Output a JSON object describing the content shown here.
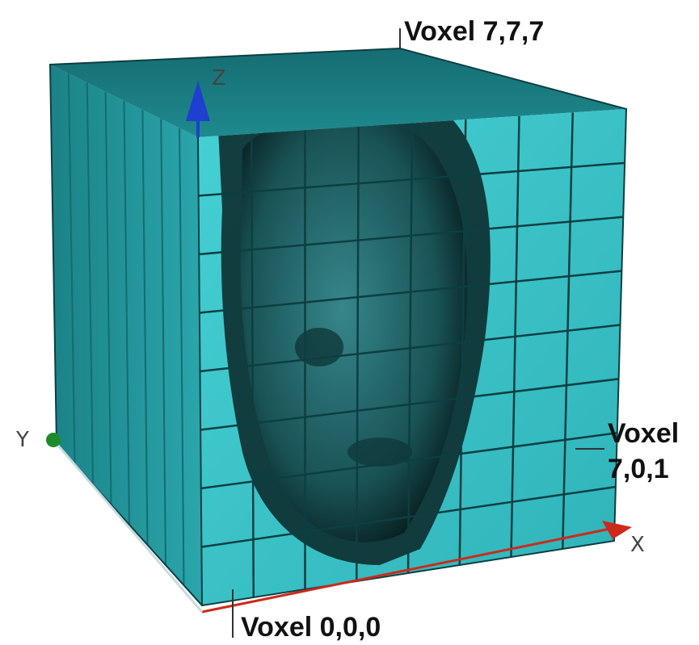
{
  "labels": {
    "voxel_top": "Voxel 7,7,7",
    "voxel_right_line1": "Voxel",
    "voxel_right_line2": "7,0,1",
    "voxel_bottom": "Voxel 0,0,0"
  },
  "axes": {
    "z": "Z",
    "y": "Y",
    "x": "X"
  },
  "grid": {
    "rows": 8,
    "cols": 8
  },
  "colors": {
    "front_face": "#39c4c8",
    "side_face": "#1f8f93",
    "top_face": "#1a7b80",
    "grid_line": "#0c3f42",
    "head_shadow": "#0a2526",
    "z_axis": "#1f3fd0",
    "y_axis": "#1f8a2a",
    "x_axis": "#cc2a1a"
  },
  "icons": {
    "z_axis": "arrow-up-icon",
    "x_axis": "arrow-right-icon",
    "y_axis": "dot-icon"
  }
}
